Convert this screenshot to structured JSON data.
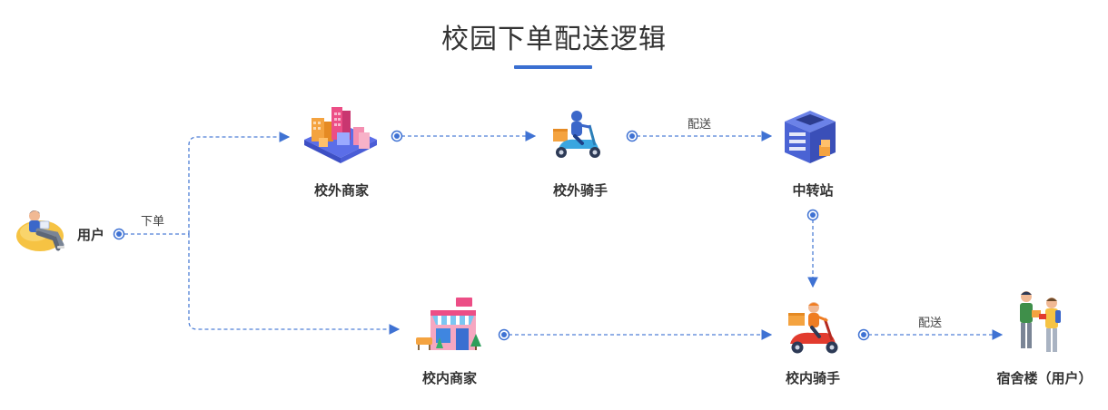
{
  "title": "校园下单配送逻辑",
  "nodes": {
    "user": {
      "label": "用户",
      "icon": "user-reading-icon"
    },
    "off_campus_merchant": {
      "label": "校外商家",
      "icon": "city-buildings-icon"
    },
    "off_campus_rider": {
      "label": "校外骑手",
      "icon": "scooter-courier-icon"
    },
    "transfer_station": {
      "label": "中转站",
      "icon": "warehouse-icon"
    },
    "on_campus_merchant": {
      "label": "校内商家",
      "icon": "shop-icon"
    },
    "on_campus_rider": {
      "label": "校内骑手",
      "icon": "delivery-motorbike-icon"
    },
    "dormitory": {
      "label": "宿舍楼（用户）",
      "icon": "people-handoff-icon"
    }
  },
  "edges": {
    "order_label": "下单",
    "deliver_label_top": "配送",
    "deliver_label_bottom": "配送"
  },
  "colors": {
    "accent": "#3a6fd1",
    "dashed_line": "#4f7fd6"
  }
}
